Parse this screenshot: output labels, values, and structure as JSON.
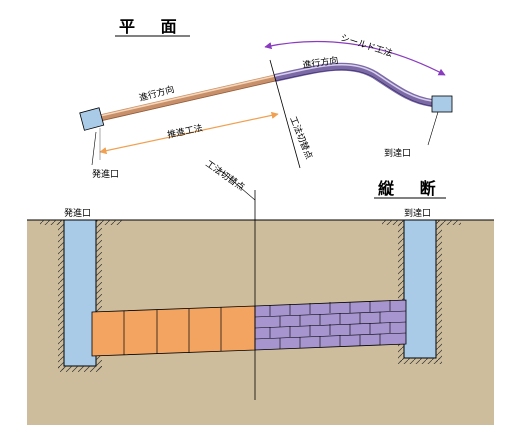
{
  "plan": {
    "title": "平 面",
    "shield_method_label": "シールド工法",
    "direction_label_1": "進行方向",
    "direction_label_2": "進行方向",
    "jacking_method_label": "推進工法",
    "switch_point_label": "工法切替点",
    "departure_shaft_label": "発進口",
    "arrival_shaft_label": "到達口"
  },
  "section": {
    "title": "縦 断",
    "departure_shaft_label": "発進口",
    "arrival_shaft_label": "到達口",
    "switch_point_label": "工法切替点"
  },
  "colors": {
    "soil": "#cdbd9c",
    "shaft": "#a9cbe8",
    "jacking_pipe": "#f4a461",
    "shield_segment": "#a695cf",
    "accent_arrow": "#f0a050",
    "shield_arrow": "#8a3cc0"
  }
}
